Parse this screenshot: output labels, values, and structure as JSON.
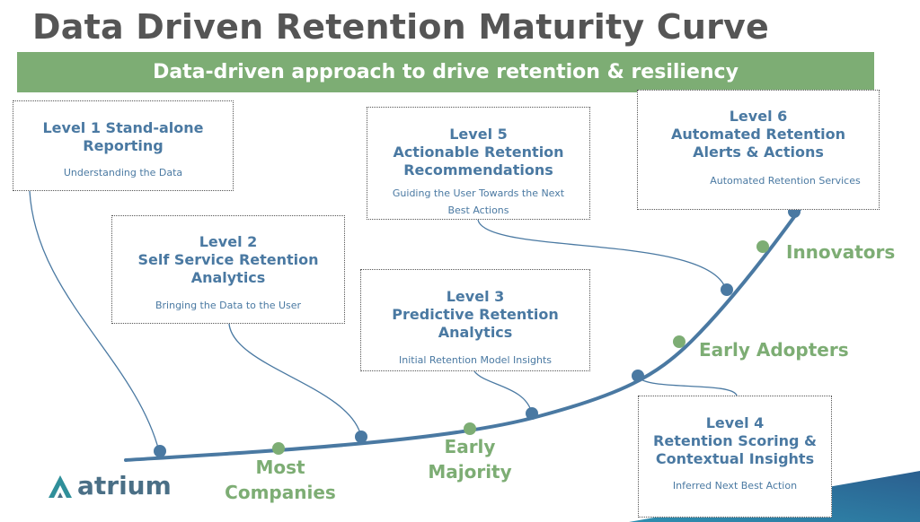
{
  "title": "Data Driven Retention Maturity Curve",
  "banner": "Data-driven approach to drive retention & resiliency",
  "levels": [
    {
      "title": "Level 1  Stand-alone\nReporting",
      "desc": "Understanding the Data"
    },
    {
      "title": "Level 2\nSelf Service Retention\nAnalytics",
      "desc": "Bringing the Data to the User"
    },
    {
      "title": "Level 3\nPredictive Retention\nAnalytics",
      "desc": "Initial Retention Model Insights"
    },
    {
      "title": "Level 4\nRetention Scoring &\nContextual Insights",
      "desc": "Inferred Next Best Action"
    },
    {
      "title": "Level 5\nActionable Retention\nRecommendations",
      "desc": "Guiding the User Towards the Next\nBest Actions"
    },
    {
      "title": "Level 6\nAutomated Retention\nAlerts & Actions",
      "desc": "Automated Retention Services"
    }
  ],
  "stages": [
    {
      "label": "Most\nCompanies"
    },
    {
      "label": "Early\nMajority"
    },
    {
      "label": "Early Adopters"
    },
    {
      "label": "Innovators"
    }
  ],
  "logo": {
    "text": "atrium",
    "icon": "atrium-logo-icon"
  },
  "colors": {
    "title": "#555555",
    "banner": "#7dad74",
    "curve": "#4a79a2",
    "level_dot": "#4a79a2",
    "stage_dot": "#7dad74",
    "stage_text": "#7dad74",
    "accent_triangle": "#2f6f96"
  }
}
